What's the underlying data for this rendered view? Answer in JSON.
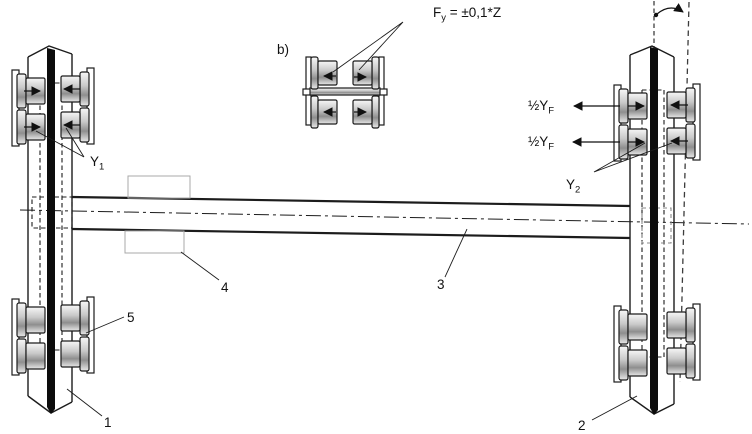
{
  "figure": {
    "inset_label": "b)",
    "force_formula": {
      "base": "F",
      "sub": "y",
      "rest": " = ±0,1*Z"
    },
    "y1": {
      "base": "Y",
      "sub": "1"
    },
    "y2": {
      "base": "Y",
      "sub": "2"
    },
    "half_yf_upper": {
      "base": "½Y",
      "sub": "F"
    },
    "half_yf_lower": {
      "base": "½Y",
      "sub": "F"
    },
    "parts": {
      "rail_left": "1",
      "rail_right": "2",
      "axle": "3",
      "bracket": "4",
      "roller_unit": "5"
    },
    "colors": {
      "line": "#1c1c1c",
      "rail_stripe": "#0c0c0c",
      "ghost_line": "#3c3c3c",
      "ghost_rect": "#8a8a8a",
      "bracket": "#a9a9a9",
      "metal_light": "#f7f7f7",
      "metal_mid": "#c9c9c9",
      "metal_dark": "#8e8e8e",
      "metal_sheen": "#e9e9e9"
    }
  }
}
